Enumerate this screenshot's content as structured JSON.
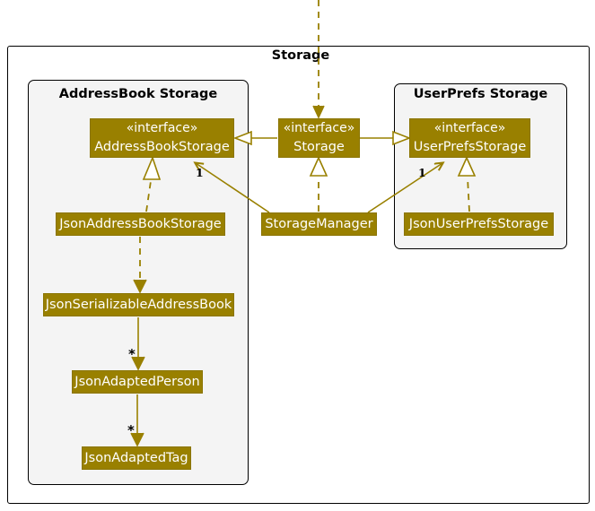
{
  "diagram": {
    "type": "uml-class-diagram",
    "colors": {
      "class_fill": "#998000",
      "class_text": "#ffffff",
      "package_fill": "#f4f4f4",
      "package_border": "#000000",
      "line": "#998000",
      "label_text": "#000000",
      "canvas": "#ffffff"
    }
  },
  "outer_package": {
    "title": "Storage"
  },
  "packages": [
    {
      "id": "addressbook",
      "title": "AddressBook Storage"
    },
    {
      "id": "userprefs",
      "title": "UserPrefs Storage"
    }
  ],
  "classes": {
    "address_book_storage": {
      "stereotype": "«interface»",
      "name": "AddressBookStorage"
    },
    "storage": {
      "stereotype": "«interface»",
      "name": "Storage"
    },
    "user_prefs_storage": {
      "stereotype": "«interface»",
      "name": "UserPrefsStorage"
    },
    "json_address_book_storage": {
      "name": "JsonAddressBookStorage"
    },
    "storage_manager": {
      "name": "StorageManager"
    },
    "json_user_prefs_storage": {
      "name": "JsonUserPrefsStorage"
    },
    "json_serializable_address_book": {
      "name": "JsonSerializableAddressBook"
    },
    "json_adapted_person": {
      "name": "JsonAdaptedPerson"
    },
    "json_adapted_tag": {
      "name": "JsonAdaptedTag"
    }
  },
  "multiplicities": {
    "address_book_storage_one": "1",
    "user_prefs_storage_one": "1",
    "serializable_to_person_star": "*",
    "person_to_tag_star": "*"
  }
}
